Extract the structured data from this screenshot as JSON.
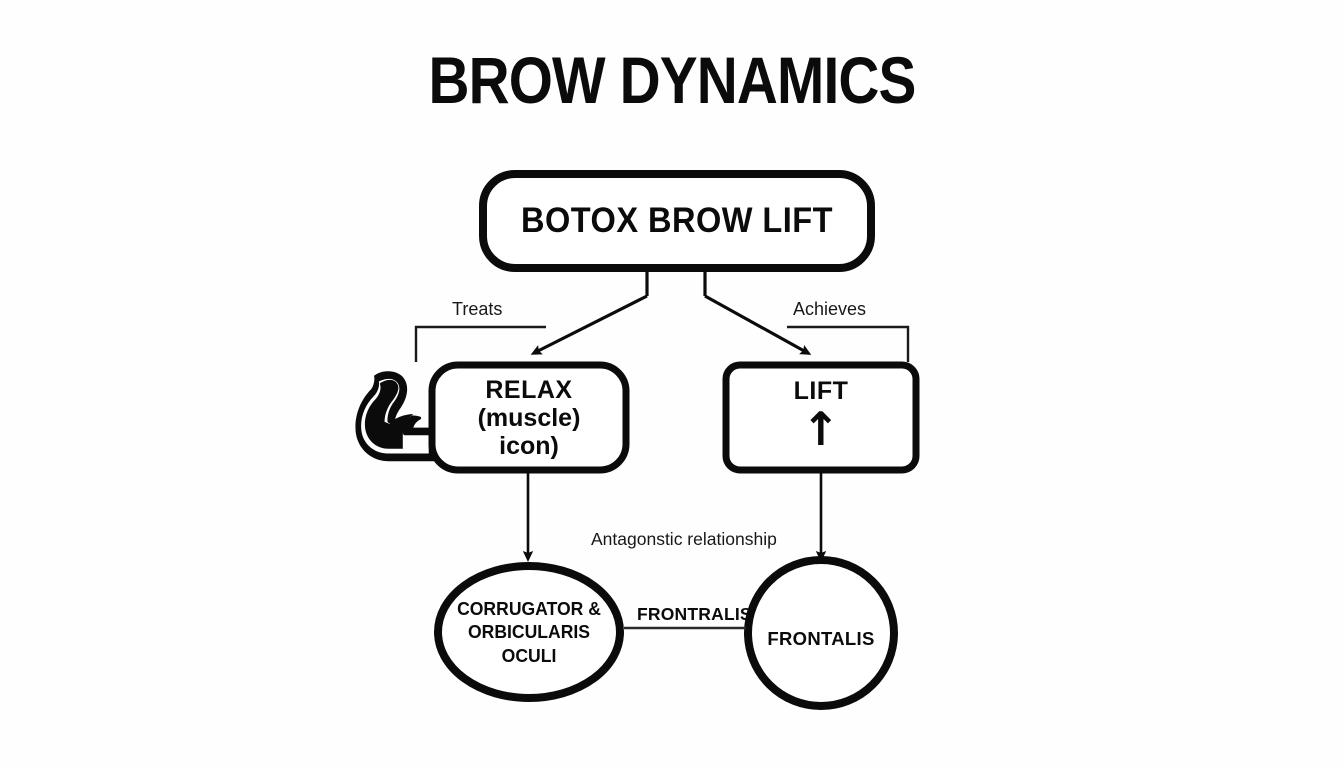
{
  "page": {
    "title": "BROW DYNAMICS",
    "background_color": "#fdfefd",
    "ink_color": "#0b0b0b"
  },
  "diagram": {
    "type": "flowchart",
    "root": {
      "id": "botox-brow-lift",
      "label": "BOTOX BROW LIFT",
      "shape": "rounded-rectangle"
    },
    "nodes": [
      {
        "id": "relax",
        "shape": "rounded-rectangle",
        "line1": "RELAX",
        "line2": "(muscle)",
        "line3": "icon)",
        "icon": "flexed-biceps-icon"
      },
      {
        "id": "lift",
        "shape": "rounded-rectangle",
        "line1": "LIFT",
        "icon": "up-arrow-icon",
        "arrow_glyph": "↑"
      },
      {
        "id": "corrugator",
        "shape": "ellipse",
        "line1": "CORRUGATOR &",
        "line2": "ORBICULARIS OCULI"
      },
      {
        "id": "frontalis",
        "shape": "circle",
        "line1": "FRONTALIS"
      }
    ],
    "edges": [
      {
        "id": "root-to-relax",
        "label": "Treats",
        "from": "botox-brow-lift",
        "to": "relax",
        "arrow": true
      },
      {
        "id": "root-to-lift",
        "label": "Achieves",
        "from": "botox-brow-lift",
        "to": "lift",
        "arrow": true
      },
      {
        "id": "relax-to-corrugator",
        "label": "",
        "from": "relax",
        "to": "corrugator",
        "arrow": true
      },
      {
        "id": "lift-to-frontalis",
        "label": "",
        "from": "lift",
        "to": "frontalis",
        "arrow": true
      },
      {
        "id": "corrugator-to-frontalis",
        "label": "FRONTRALIS",
        "from": "corrugator",
        "to": "frontalis",
        "arrow": false
      }
    ],
    "annotations": [
      {
        "id": "antagonistic",
        "text": "Antagonstic relationship"
      }
    ]
  }
}
